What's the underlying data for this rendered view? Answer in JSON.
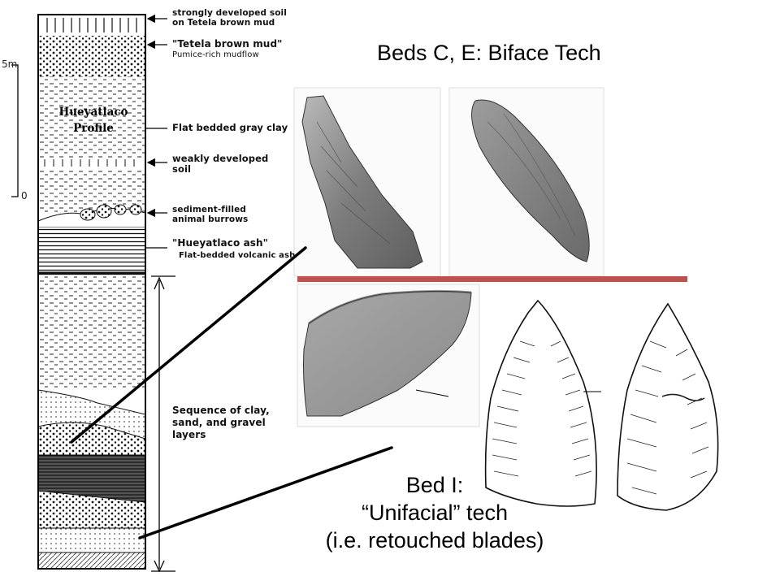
{
  "slide": {
    "heading_top": "Beds C, E: Biface Tech",
    "profile_title": [
      "Hueyatlaco",
      "Profile"
    ],
    "scale": {
      "top": "5m",
      "bottom": "0"
    },
    "strat_labels": [
      [
        "strongly developed soil",
        "on Tetela brown mud"
      ],
      [
        "\"Tetela brown mud\"",
        "Pumice-rich mudflow"
      ],
      [
        "Flat bedded gray clay"
      ],
      [
        "weakly developed",
        "soil"
      ],
      [
        "sediment-filled",
        "animal burrows"
      ],
      [
        "\"Hueyatlaco ash\"",
        "Flat-bedded volcanic ash"
      ],
      [
        "Sequence of clay,",
        "sand, and gravel",
        "layers"
      ]
    ],
    "bottom_caption": [
      "Bed I:",
      "“Unifacial” tech",
      "(i.e. retouched blades)"
    ]
  },
  "colors": {
    "divider": "#c0504d",
    "ink": "#000000",
    "photo_gray": "#8a8a8a"
  },
  "icons": [
    "arrow-left-icon",
    "biface-artifact-photo",
    "unifacial-artifact-drawing"
  ]
}
